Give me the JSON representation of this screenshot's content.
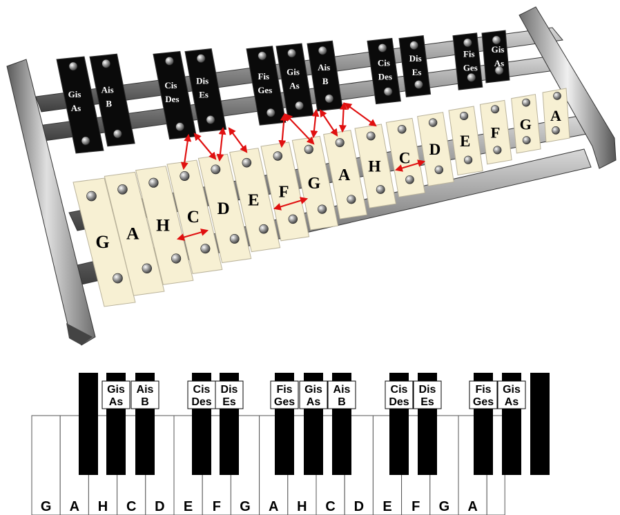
{
  "glockenspiel": {
    "natural_bars": [
      "G",
      "A",
      "H",
      "C",
      "D",
      "E",
      "F",
      "G",
      "A",
      "H",
      "C",
      "D",
      "E",
      "F",
      "G",
      "A"
    ],
    "accidental_bars": [
      {
        "top": "Gis",
        "bottom": "As"
      },
      {
        "top": "Ais",
        "bottom": "B"
      },
      {
        "top": "Cis",
        "bottom": "Des"
      },
      {
        "top": "Dis",
        "bottom": "Es"
      },
      {
        "top": "Fis",
        "bottom": "Ges"
      },
      {
        "top": "Gis",
        "bottom": "As"
      },
      {
        "top": "Ais",
        "bottom": "B"
      },
      {
        "top": "Cis",
        "bottom": "Des"
      },
      {
        "top": "Dis",
        "bottom": "Es"
      },
      {
        "top": "Fis",
        "bottom": "Ges"
      },
      {
        "top": "Gis",
        "bottom": "As"
      }
    ]
  },
  "keyboard": {
    "white_keys": [
      "G",
      "A",
      "H",
      "C",
      "D",
      "E",
      "F",
      "G",
      "A",
      "H",
      "C",
      "D",
      "E",
      "F",
      "G",
      "A"
    ],
    "black_key_labels": [
      {
        "top": "Gis",
        "bottom": "As"
      },
      {
        "top": "Ais",
        "bottom": "B"
      },
      {
        "top": "Cis",
        "bottom": "Des"
      },
      {
        "top": "Dis",
        "bottom": "Es"
      },
      {
        "top": "Fis",
        "bottom": "Ges"
      },
      {
        "top": "Gis",
        "bottom": "As"
      },
      {
        "top": "Ais",
        "bottom": "B"
      },
      {
        "top": "Cis",
        "bottom": "Des"
      },
      {
        "top": "Dis",
        "bottom": "Es"
      },
      {
        "top": "Fis",
        "bottom": "Ges"
      },
      {
        "top": "Gis",
        "bottom": "As"
      }
    ]
  },
  "colors": {
    "bar_cream": "#f7f0d3",
    "bar_black": "#0a0a0a",
    "frame_grey": "#8d8d8d",
    "arrow_red": "#e01010",
    "key_black": "#000000"
  }
}
